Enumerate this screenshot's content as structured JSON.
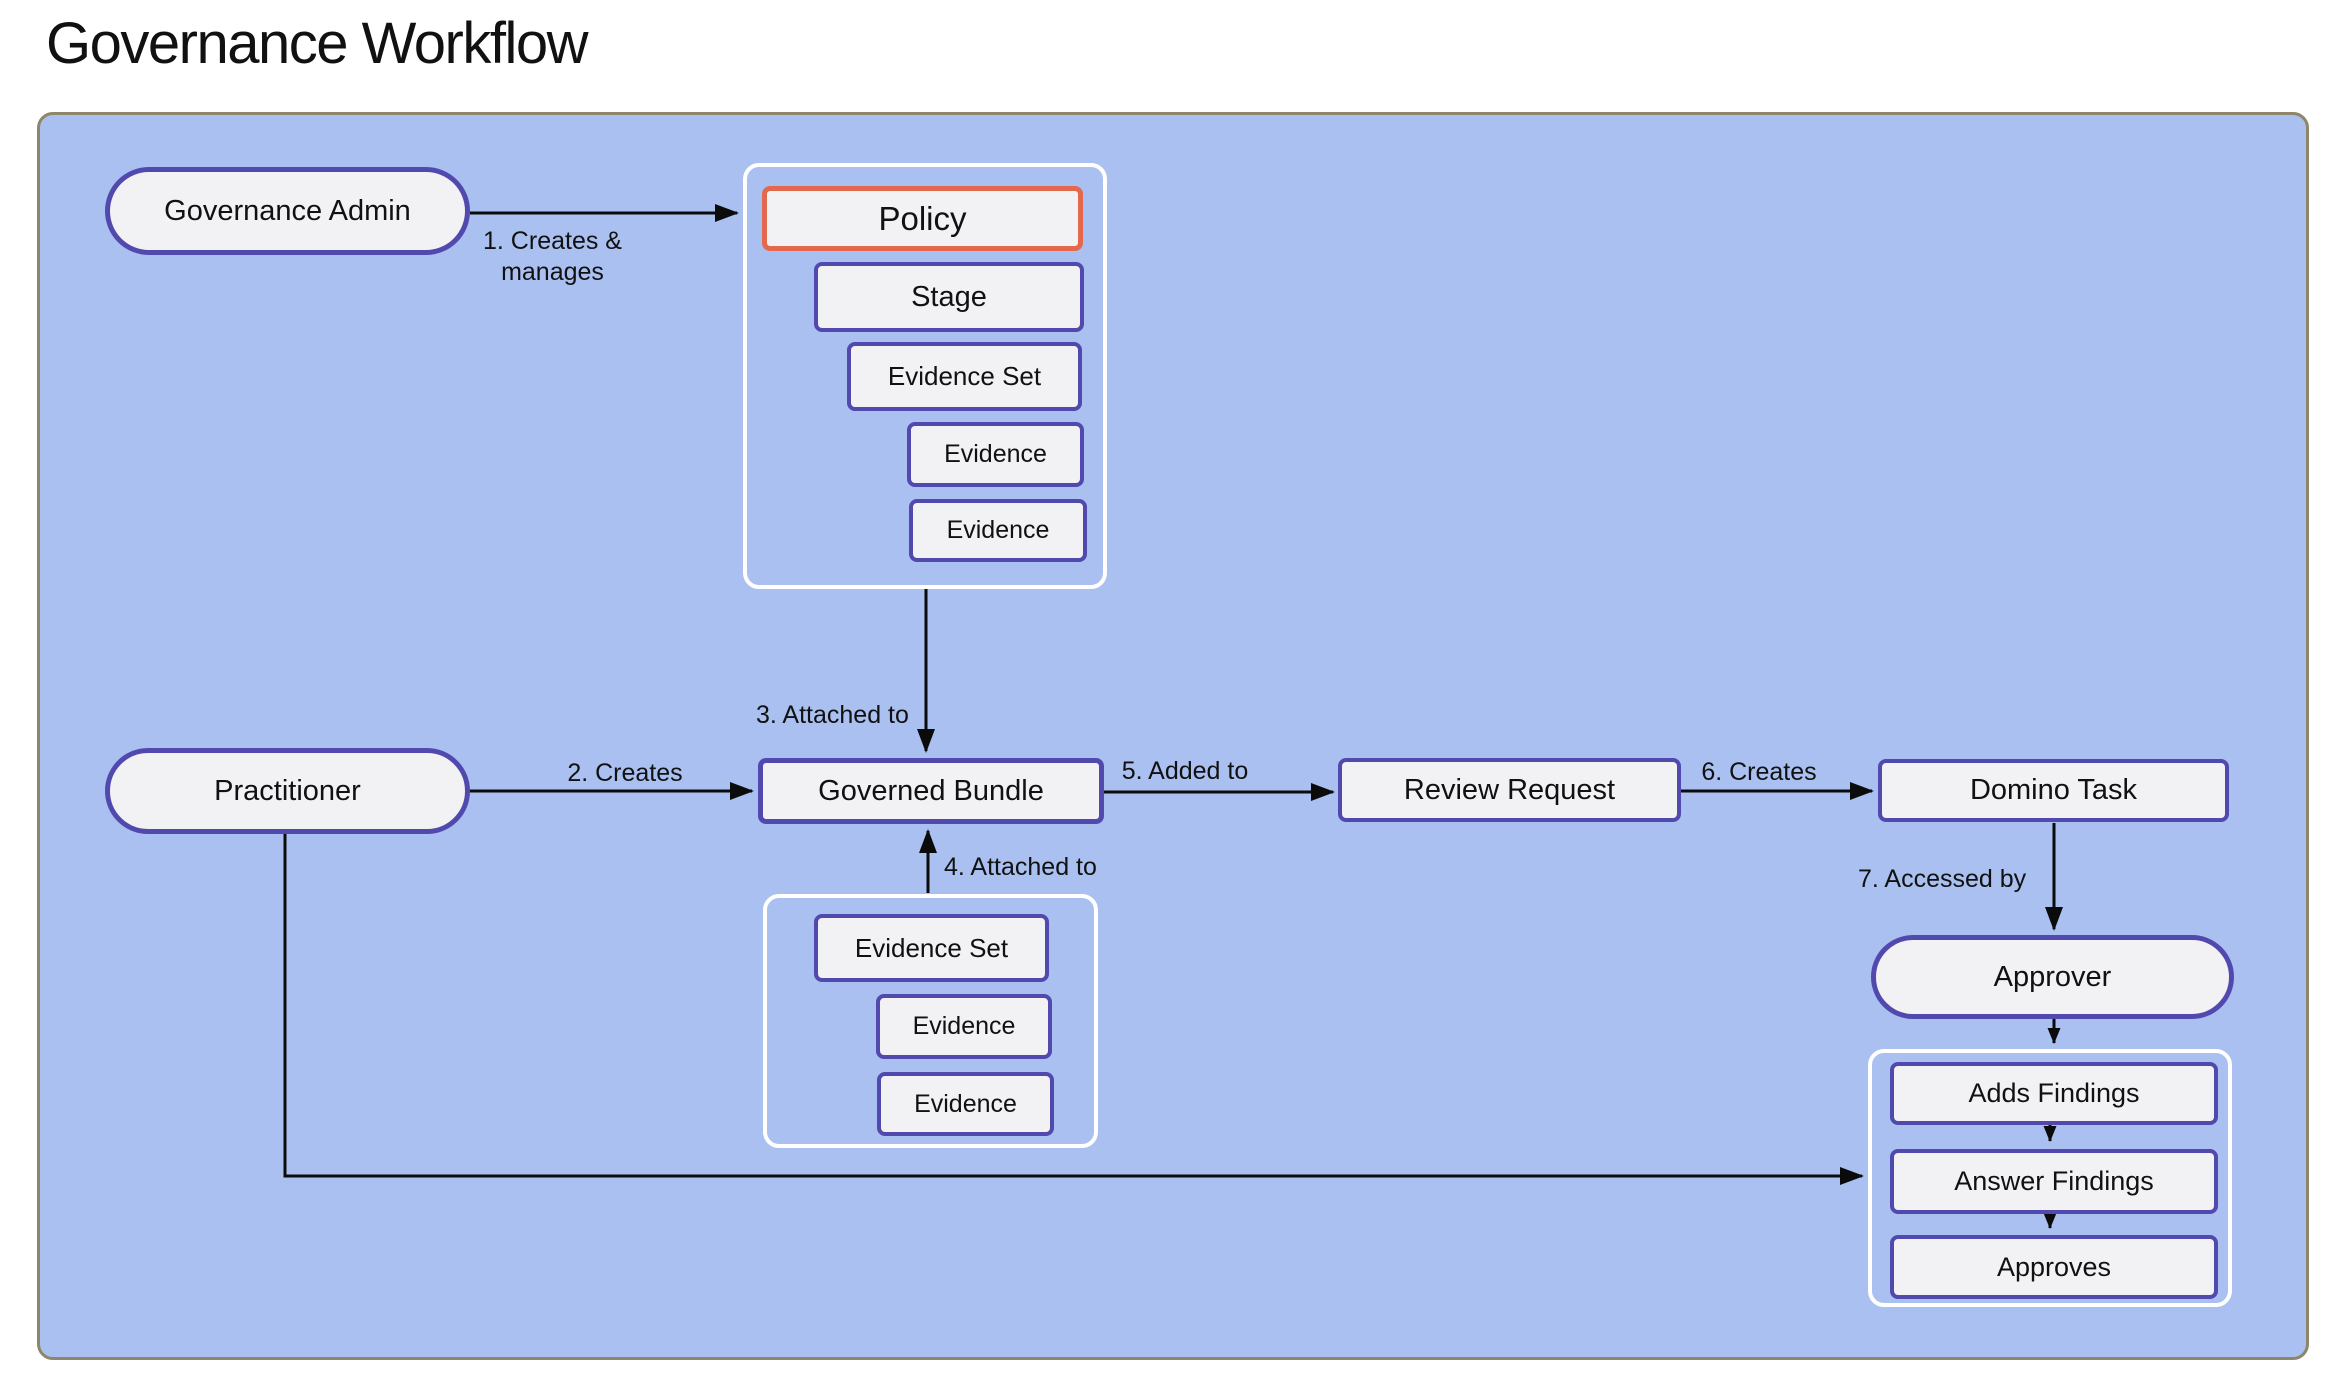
{
  "title": "Governance Workflow",
  "actors": {
    "governance_admin": "Governance Admin",
    "practitioner": "Practitioner",
    "approver": "Approver"
  },
  "policy_group": {
    "policy": "Policy",
    "stage": "Stage",
    "evidence_set": "Evidence Set",
    "evidence_1": "Evidence",
    "evidence_2": "Evidence"
  },
  "main_nodes": {
    "governed_bundle": "Governed Bundle",
    "review_request": "Review Request",
    "domino_task": "Domino Task"
  },
  "bundle_evidence_group": {
    "evidence_set": "Evidence Set",
    "evidence_1": "Evidence",
    "evidence_2": "Evidence"
  },
  "approver_actions_group": {
    "adds_findings": "Adds Findings",
    "answer_findings": "Answer Findings",
    "approves": "Approves"
  },
  "edge_labels": {
    "step1_line1": "1. Creates &",
    "step1_line2": "manages",
    "step2": "2. Creates",
    "step3": "3. Attached to",
    "step4": "4. Attached to",
    "step5": "5. Added to",
    "step6": "6. Creates",
    "step7": "7. Accessed by"
  },
  "colors": {
    "canvas_fill": "#A9C0F1",
    "canvas_border": "#8D8668",
    "node_fill": "#F2F1F4",
    "node_border": "#5149AD",
    "policy_border": "#E2694E",
    "group_border": "#FFFFFF",
    "arrow": "#0B0B0B",
    "text": "#111111"
  }
}
